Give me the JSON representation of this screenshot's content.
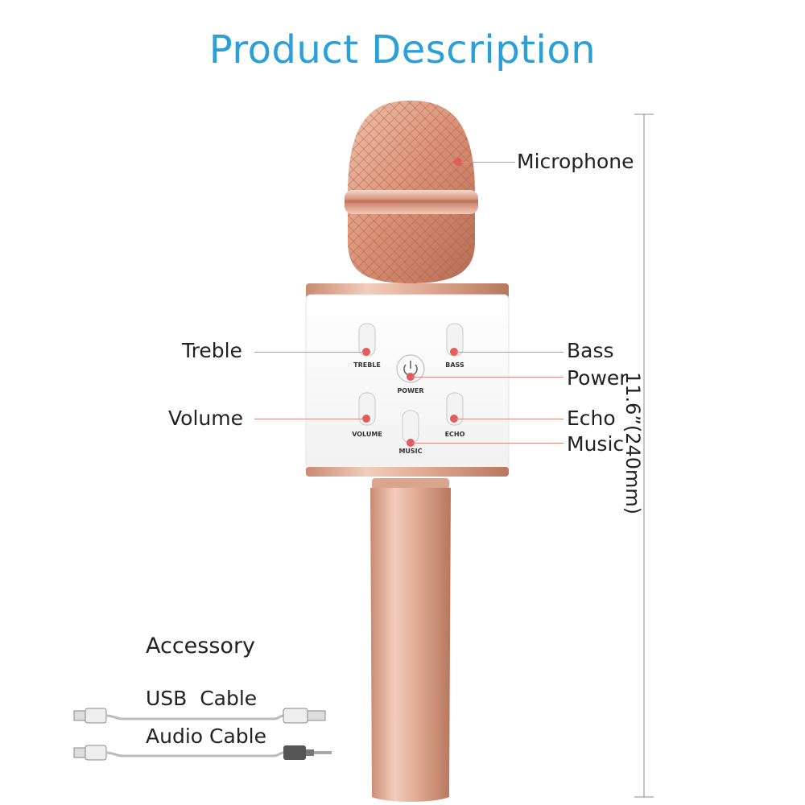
{
  "title": "Product Description",
  "callouts": {
    "microphone": "Microphone",
    "treble": "Treble",
    "volume": "Volume",
    "bass": "Bass",
    "power": "Power",
    "echo": "Echo",
    "music": "Music"
  },
  "switch_labels": {
    "treble": "TREBLE",
    "bass": "BASS",
    "power": "POWER",
    "volume": "VOLUME",
    "echo": "ECHO",
    "music": "MUSIC"
  },
  "dimension": "11.6”(240mm)",
  "accessory": {
    "heading": "Accessory",
    "usb_cable": "USB  Cable",
    "audio_cable": "Audio Cable"
  },
  "colors": {
    "title": "#2b9fd8",
    "rose_gold": "#d49c84",
    "callout_line": "#e08a86",
    "indicator_dot": "#e35b5b"
  }
}
